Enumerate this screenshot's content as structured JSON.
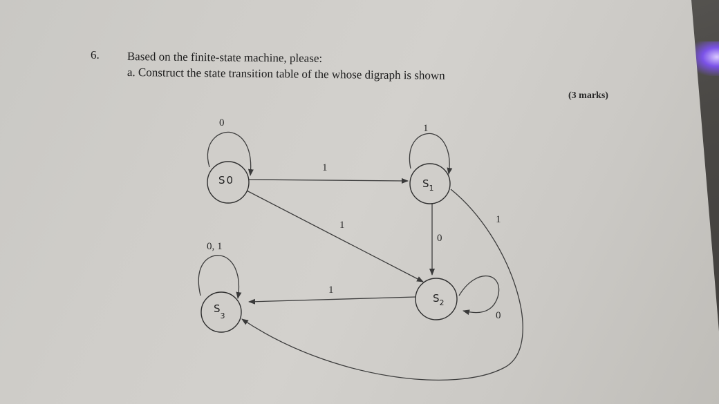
{
  "question": {
    "number": "6.",
    "intro": "Based on the finite-state machine, please:",
    "part_a": "a.  Construct the state transition table of the whose digraph is shown",
    "marks": "(3 marks)"
  },
  "diagram": {
    "states": [
      {
        "id": "S0",
        "base": "S",
        "sub": "0"
      },
      {
        "id": "S1",
        "base": "S",
        "sub": "1"
      },
      {
        "id": "S2",
        "base": "S",
        "sub": "2"
      },
      {
        "id": "S3",
        "base": "S",
        "sub": "3"
      }
    ],
    "transitions": [
      {
        "from": "S0",
        "to": "S0",
        "label": "0"
      },
      {
        "from": "S0",
        "to": "S1",
        "label": "1"
      },
      {
        "from": "S0",
        "to": "S2",
        "label": "1"
      },
      {
        "from": "S1",
        "to": "S1",
        "label": "1"
      },
      {
        "from": "S1",
        "to": "S2",
        "label": "0"
      },
      {
        "from": "S1",
        "to": "S3",
        "label": "1"
      },
      {
        "from": "S2",
        "to": "S2",
        "label": "0"
      },
      {
        "from": "S2",
        "to": "S3",
        "label": "1"
      },
      {
        "from": "S3",
        "to": "S3",
        "label": "0, 1"
      }
    ]
  }
}
